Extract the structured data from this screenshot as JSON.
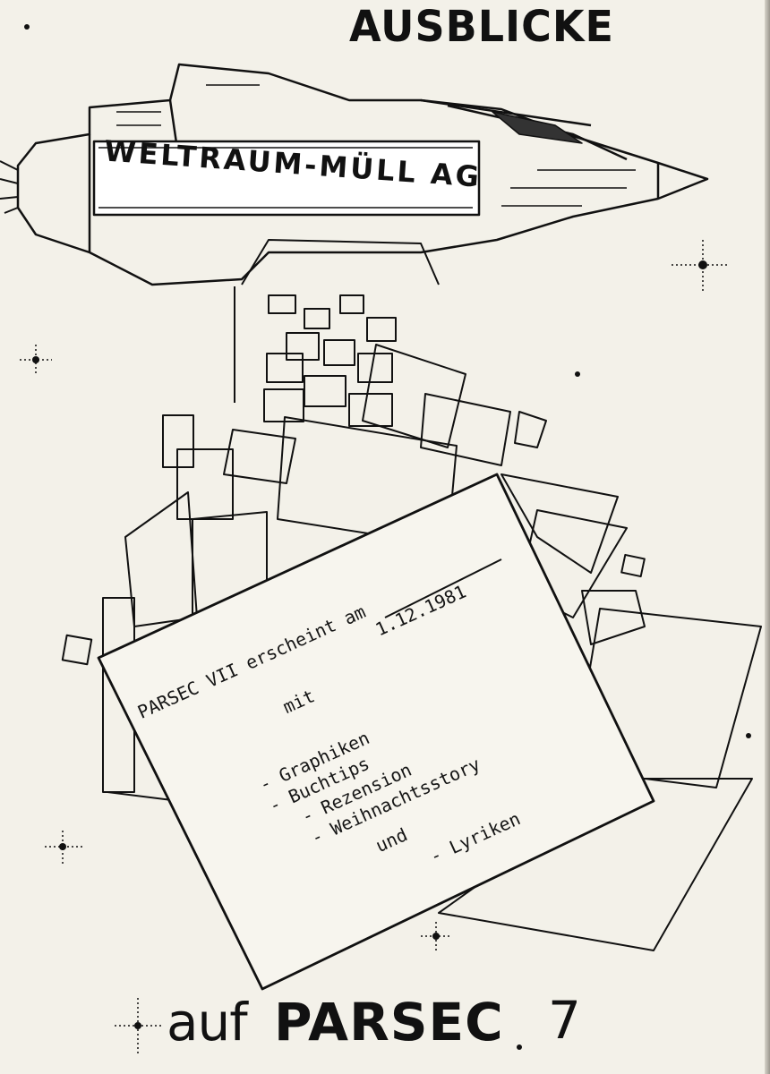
{
  "header": {
    "title": "AUSBLICKE"
  },
  "ship": {
    "lettering": "WELTRAUM-MÜLL AG"
  },
  "notice": {
    "line1": "PARSEC VII erscheint am",
    "date": "1.12.1981",
    "with": "mit",
    "items": [
      "- Graphiken",
      "- Buchtips",
      "- Rezension",
      "- Weihnachtsstory"
    ],
    "and": "und",
    "last_item": "- Lyriken"
  },
  "footer": {
    "prefix": "auf",
    "title": "PARSEC",
    "number": "7"
  },
  "colors": {
    "ink": "#111111",
    "paper": "#f3f1e9"
  }
}
